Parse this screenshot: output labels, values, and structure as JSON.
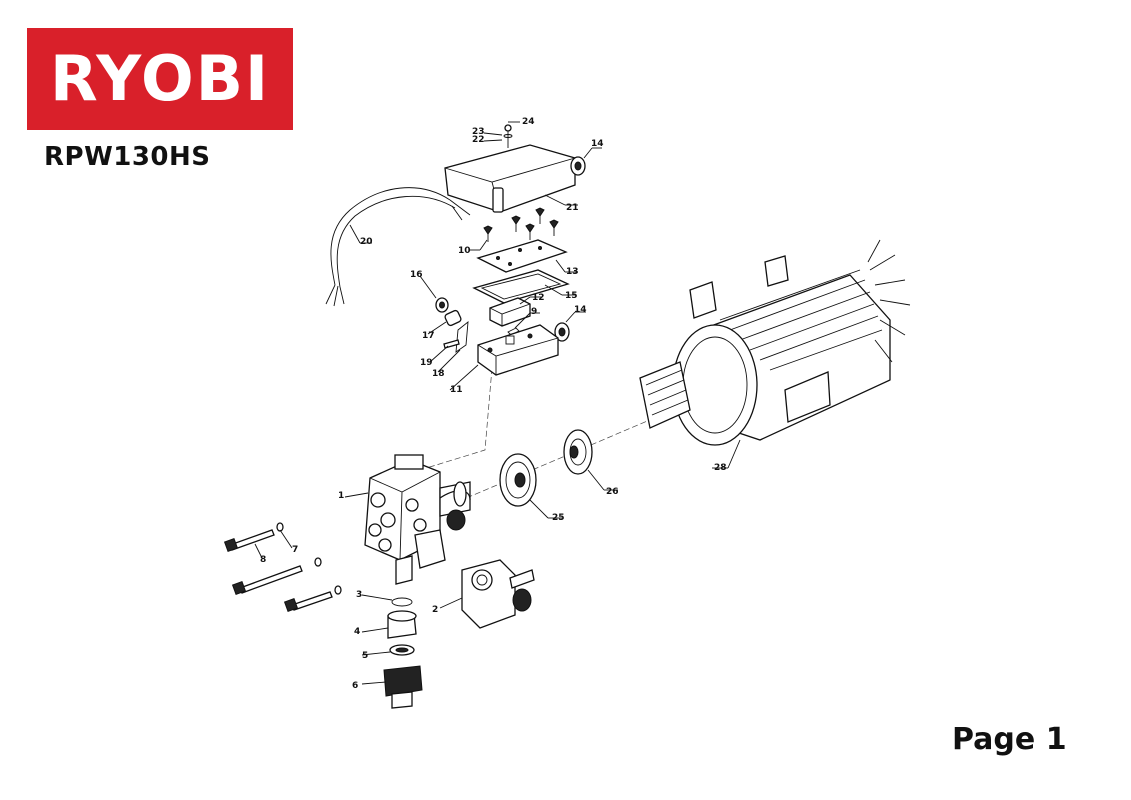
{
  "brand": {
    "name": "RYOBI",
    "color": "#d9202a"
  },
  "model": "RPW130HS",
  "page": "Page 1",
  "parts": {
    "p1": "1",
    "p2": "2",
    "p3": "3",
    "p4": "4",
    "p5": "5",
    "p6": "6",
    "p7": "7",
    "p8": "8",
    "p9": "9",
    "p10": "10",
    "p11": "11",
    "p12": "12",
    "p13": "13",
    "p14a": "14",
    "p14b": "14",
    "p15": "15",
    "p16": "16",
    "p17": "17",
    "p18": "18",
    "p19": "19",
    "p20": "20",
    "p21": "21",
    "p22": "22",
    "p23": "23",
    "p24": "24",
    "p25": "25",
    "p26": "26",
    "p28": "28"
  }
}
